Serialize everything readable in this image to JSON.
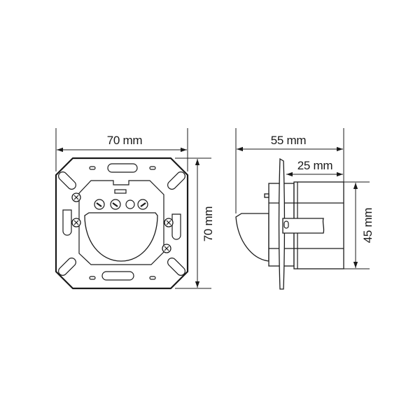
{
  "front_view": {
    "width_label": "70 mm",
    "height_label": "70 mm"
  },
  "side_view": {
    "depth_label": "55 mm",
    "box_depth_label": "25 mm",
    "box_height_label": "45 mm"
  },
  "colors": {
    "line": "#1a1a1a",
    "background": "#ffffff"
  }
}
